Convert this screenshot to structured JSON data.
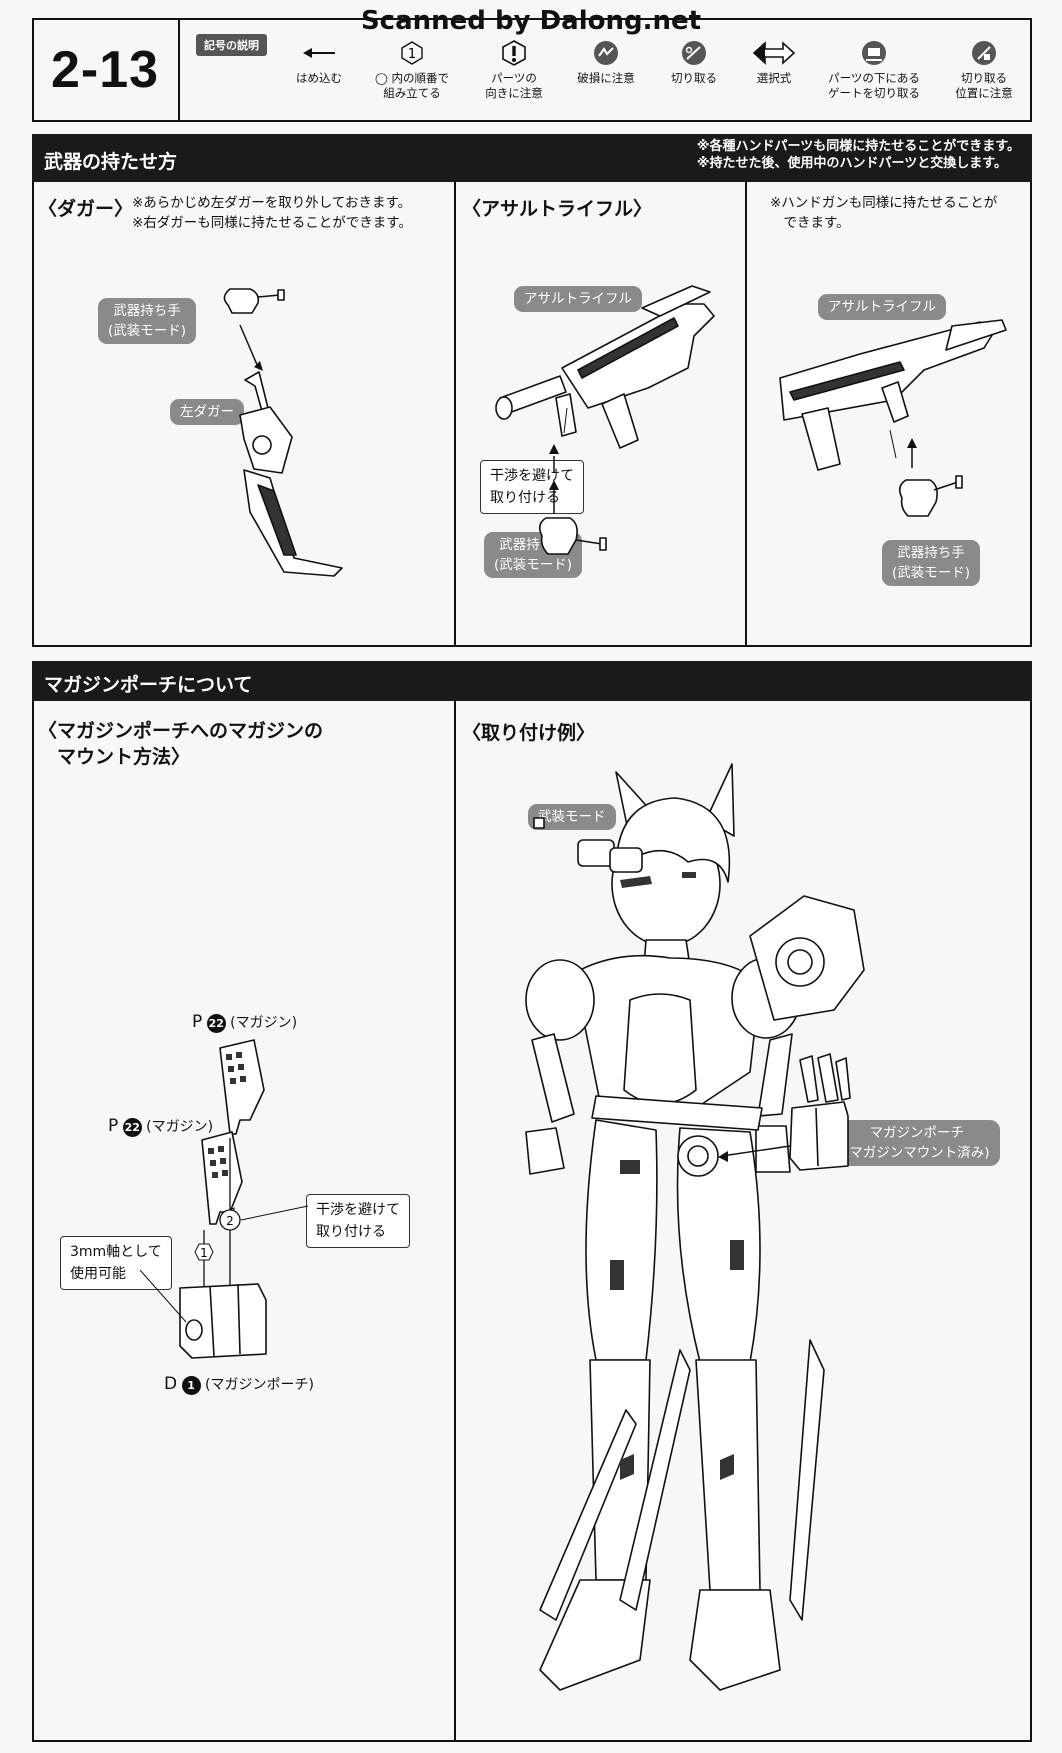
{
  "watermark": "Scanned by Dalong.net",
  "step": "2-13",
  "legend": {
    "title": "記号の説明",
    "items": [
      {
        "icon": "arrow-left-icon",
        "label": "はめ込む"
      },
      {
        "icon": "circled-number-icon",
        "label": "◯ 内の順番で\n組み立てる"
      },
      {
        "icon": "exclamation-icon",
        "label": "パーツの\n向きに注意"
      },
      {
        "icon": "broken-part-icon",
        "label": "破損に注意"
      },
      {
        "icon": "cut-icon",
        "label": "切り取る"
      },
      {
        "icon": "double-arrow-icon",
        "label": "選択式"
      },
      {
        "icon": "gate-cut-icon",
        "label": "パーツの下にある\nゲートを切り取る"
      },
      {
        "icon": "cut-position-icon",
        "label": "切り取る\n位置に注意"
      }
    ]
  },
  "section1": {
    "title": "武器の持たせ方",
    "notes": [
      "※各種ハンドパーツも同様に持たせることができます。",
      "※持たせた後、使用中のハンドパーツと交換します。"
    ],
    "dagger": {
      "heading": "〈ダガー〉",
      "notes": [
        "※あらかじめ左ダガーを取り外しておきます。",
        "※右ダガーも同様に持たせることができます。"
      ],
      "hand_label": "武器持ち手\n(武装モード)",
      "dagger_label": "左ダガー"
    },
    "rifle": {
      "heading": "〈アサルトライフル〉",
      "rifle_label": "アサルトライフル",
      "callout": "干渉を避けて\n取り付ける",
      "hand_label": "武器持ち手\n(武装モード)"
    },
    "rifle2": {
      "notes": [
        "※ハンドガンも同様に持たせることが",
        "　できます。"
      ],
      "rifle_label": "アサルトライフル",
      "hand_label": "武器持ち手\n(武装モード)"
    }
  },
  "section2": {
    "title": "マガジンポーチについて",
    "mount": {
      "heading": "〈マガジンポーチへのマガジンの\n　マウント方法〉",
      "mag1_prefix": "P",
      "mag1_num": "22",
      "mag1_name": "(マガジン)",
      "mag2_prefix": "P",
      "mag2_num": "22",
      "mag2_name": "(マガジン)",
      "step1": "1",
      "step2": "2",
      "callout_interference": "干渉を避けて\n取り付ける",
      "callout_axis": "3mm軸として\n使用可能",
      "pouch_prefix": "D",
      "pouch_num": "1",
      "pouch_name": "(マガジンポーチ)"
    },
    "example": {
      "heading": "〈取り付け例〉",
      "mode_label": "武装モード",
      "pouch_label": "マガジンポーチ\n(マガジンマウント済み)"
    }
  }
}
